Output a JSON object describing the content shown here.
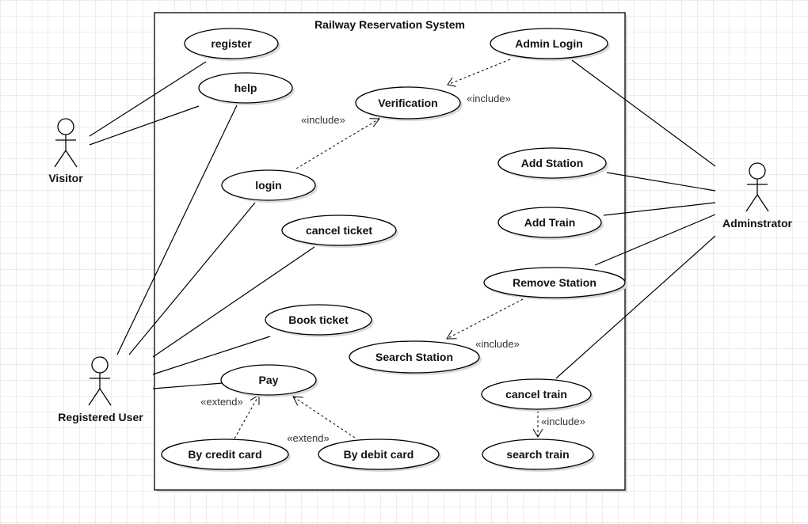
{
  "system": {
    "title": "Railway Reservation System"
  },
  "actors": {
    "visitor": "Visitor",
    "registered_user": "Registered User",
    "administrator": "Adminstrator"
  },
  "use_cases": {
    "register": "register",
    "help": "help",
    "login": "login",
    "verification": "Verification",
    "admin_login": "Admin Login",
    "cancel_ticket": "cancel ticket",
    "book_ticket": "Book ticket",
    "pay": "Pay",
    "by_credit_card": "By credit card",
    "by_debit_card": "By debit card",
    "add_station": "Add Station",
    "add_train": "Add Train",
    "remove_station": "Remove Station",
    "search_station": "Search Station",
    "cancel_train": "cancel train",
    "search_train": "search train"
  },
  "stereotypes": {
    "login_verification": "«include»",
    "admin_verification": "«include»",
    "remove_search_station": "«include»",
    "cancel_search_train": "«include»",
    "credit_pay": "«extend»",
    "debit_pay": "«extend»"
  }
}
